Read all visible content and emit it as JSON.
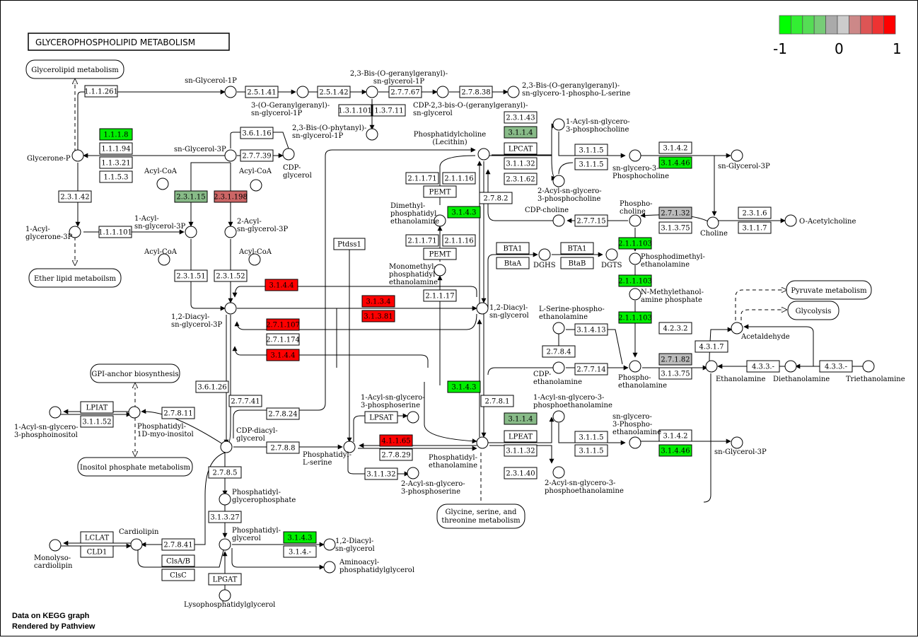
{
  "title": "GLYCEROPHOSPHOLIPID   METABOLISM",
  "footer": {
    "line1": "Data on KEGG graph",
    "line2": "Rendered by Pathview"
  },
  "legend": {
    "colors": [
      "#00ff00",
      "#33ee33",
      "#55dd55",
      "#77cc77",
      "#aaaaaa",
      "#cccccc",
      "#cc8888",
      "#dd5555",
      "#ee3333",
      "#ff0000"
    ],
    "ticks": [
      "-1",
      "0",
      "1"
    ]
  },
  "colors": {
    "up": "#ff0000",
    "down": "#00ee00",
    "mild_down": "#88bb88",
    "mild_up": "#cc6666",
    "neutral": "#bbbbbb"
  },
  "enzymes": [
    {
      "id": "e1",
      "label": "1.1.1.261",
      "fill": "#ffffff"
    },
    {
      "id": "e2",
      "label": "2.5.1.41",
      "fill": "#ffffff"
    },
    {
      "id": "e3",
      "label": "2.5.1.42",
      "fill": "#ffffff"
    },
    {
      "id": "e4",
      "label": "2.7.7.67",
      "fill": "#ffffff"
    },
    {
      "id": "e5",
      "label": "2.7.8.38",
      "fill": "#ffffff"
    },
    {
      "id": "e6",
      "label": "1.3.1.101",
      "fill": "#ffffff"
    },
    {
      "id": "e7",
      "label": "1.3.7.11",
      "fill": "#ffffff"
    },
    {
      "id": "e8",
      "label": "1.1.1.8",
      "fill": "#00ee00"
    },
    {
      "id": "e9",
      "label": "1.1.1.94",
      "fill": "#ffffff"
    },
    {
      "id": "e10",
      "label": "1.1.3.21",
      "fill": "#ffffff"
    },
    {
      "id": "e11",
      "label": "1.1.5.3",
      "fill": "#ffffff"
    },
    {
      "id": "e12",
      "label": "3.6.1.16",
      "fill": "#ffffff"
    },
    {
      "id": "e13",
      "label": "2.7.7.39",
      "fill": "#ffffff"
    },
    {
      "id": "e14",
      "label": "2.3.1.15",
      "fill": "#88bb88"
    },
    {
      "id": "e15",
      "label": "2.3.1.198",
      "fill": "#cc6666"
    },
    {
      "id": "e16",
      "label": "2.3.1.42",
      "fill": "#ffffff"
    },
    {
      "id": "e17",
      "label": "1.1.1.101",
      "fill": "#ffffff"
    },
    {
      "id": "e18",
      "label": "2.3.1.51",
      "fill": "#ffffff"
    },
    {
      "id": "e19",
      "label": "2.3.1.52",
      "fill": "#ffffff"
    },
    {
      "id": "e20",
      "label": "3.1.4.4",
      "fill": "#ff0000"
    },
    {
      "id": "e21",
      "label": "Ptdss1",
      "fill": "#ffffff"
    },
    {
      "id": "e22",
      "label": "3.1.3.4",
      "fill": "#ff0000"
    },
    {
      "id": "e23",
      "label": "3.1.3.81",
      "fill": "#ff0000"
    },
    {
      "id": "e24",
      "label": "2.7.1.107",
      "fill": "#ff0000"
    },
    {
      "id": "e25",
      "label": "2.7.1.174",
      "fill": "#ffffff"
    },
    {
      "id": "e26",
      "label": "3.1.4.4",
      "fill": "#ff0000"
    },
    {
      "id": "e27",
      "label": "2.3.1.43",
      "fill": "#ffffff"
    },
    {
      "id": "e28",
      "label": "3.1.1.4",
      "fill": "#88bb88"
    },
    {
      "id": "e29",
      "label": "LPCAT",
      "fill": "#ffffff"
    },
    {
      "id": "e30",
      "label": "3.1.1.32",
      "fill": "#ffffff"
    },
    {
      "id": "e31",
      "label": "2.3.1.62",
      "fill": "#ffffff"
    },
    {
      "id": "e32",
      "label": "2.1.1.71",
      "fill": "#ffffff"
    },
    {
      "id": "e33",
      "label": "2.1.1.16",
      "fill": "#ffffff"
    },
    {
      "id": "e34",
      "label": "PEMT",
      "fill": "#ffffff"
    },
    {
      "id": "e35",
      "label": "3.1.4.3",
      "fill": "#00ee00"
    },
    {
      "id": "e36",
      "label": "2.7.8.2",
      "fill": "#ffffff"
    },
    {
      "id": "e37",
      "label": "2.1.1.71",
      "fill": "#ffffff"
    },
    {
      "id": "e38",
      "label": "2.1.1.16",
      "fill": "#ffffff"
    },
    {
      "id": "e39",
      "label": "PEMT",
      "fill": "#ffffff"
    },
    {
      "id": "e40",
      "label": "2.1.1.17",
      "fill": "#ffffff"
    },
    {
      "id": "e41",
      "label": "3.1.1.5",
      "fill": "#ffffff"
    },
    {
      "id": "e42",
      "label": "3.1.1.5",
      "fill": "#ffffff"
    },
    {
      "id": "e43",
      "label": "3.1.4.2",
      "fill": "#ffffff"
    },
    {
      "id": "e44",
      "label": "3.1.4.46",
      "fill": "#00ee00"
    },
    {
      "id": "e45",
      "label": "2.7.1.32",
      "fill": "#bbbbbb"
    },
    {
      "id": "e46",
      "label": "3.1.3.75",
      "fill": "#ffffff"
    },
    {
      "id": "e47",
      "label": "2.3.1.6",
      "fill": "#ffffff"
    },
    {
      "id": "e48",
      "label": "3.1.1.7",
      "fill": "#ffffff"
    },
    {
      "id": "e49",
      "label": "2.7.7.15",
      "fill": "#ffffff"
    },
    {
      "id": "e50",
      "label": "2.1.1.103",
      "fill": "#00ee00"
    },
    {
      "id": "e51",
      "label": "2.1.1.103",
      "fill": "#00ee00"
    },
    {
      "id": "e52",
      "label": "2.1.1.103",
      "fill": "#00ee00"
    },
    {
      "id": "e53",
      "label": "BTA1",
      "fill": "#ffffff"
    },
    {
      "id": "e54",
      "label": "BtaA",
      "fill": "#ffffff"
    },
    {
      "id": "e55",
      "label": "BTA1",
      "fill": "#ffffff"
    },
    {
      "id": "e56",
      "label": "BtaB",
      "fill": "#ffffff"
    },
    {
      "id": "e57",
      "label": "3.1.4.13",
      "fill": "#ffffff"
    },
    {
      "id": "e58",
      "label": "2.7.8.4",
      "fill": "#ffffff"
    },
    {
      "id": "e59",
      "label": "2.7.7.14",
      "fill": "#ffffff"
    },
    {
      "id": "e60",
      "label": "4.2.3.2",
      "fill": "#ffffff"
    },
    {
      "id": "e61",
      "label": "4.3.1.7",
      "fill": "#ffffff"
    },
    {
      "id": "e62",
      "label": "2.7.1.82",
      "fill": "#bbbbbb"
    },
    {
      "id": "e63",
      "label": "3.1.3.75",
      "fill": "#ffffff"
    },
    {
      "id": "e64",
      "label": "4.3.3.-",
      "fill": "#ffffff"
    },
    {
      "id": "e65",
      "label": "4.3.3.-",
      "fill": "#ffffff"
    },
    {
      "id": "e66",
      "label": "3.1.4.3",
      "fill": "#00ee00"
    },
    {
      "id": "e67",
      "label": "2.7.8.1",
      "fill": "#ffffff"
    },
    {
      "id": "e68",
      "label": "3.1.1.4",
      "fill": "#88bb88"
    },
    {
      "id": "e69",
      "label": "LPEAT",
      "fill": "#ffffff"
    },
    {
      "id": "e70",
      "label": "3.1.1.32",
      "fill": "#ffffff"
    },
    {
      "id": "e71",
      "label": "2.3.1.40",
      "fill": "#ffffff"
    },
    {
      "id": "e72",
      "label": "3.1.1.5",
      "fill": "#ffffff"
    },
    {
      "id": "e73",
      "label": "3.1.1.5",
      "fill": "#ffffff"
    },
    {
      "id": "e74",
      "label": "3.1.4.2",
      "fill": "#ffffff"
    },
    {
      "id": "e75",
      "label": "3.1.4.46",
      "fill": "#00ee00"
    },
    {
      "id": "e76",
      "label": "LPSAT",
      "fill": "#ffffff"
    },
    {
      "id": "e77",
      "label": "4.1.1.65",
      "fill": "#ff0000"
    },
    {
      "id": "e78",
      "label": "2.7.8.29",
      "fill": "#ffffff"
    },
    {
      "id": "e79",
      "label": "3.1.1.32",
      "fill": "#ffffff"
    },
    {
      "id": "e80",
      "label": "2.7.8.24",
      "fill": "#ffffff"
    },
    {
      "id": "e81",
      "label": "3.6.1.26",
      "fill": "#ffffff"
    },
    {
      "id": "e82",
      "label": "2.7.7.41",
      "fill": "#ffffff"
    },
    {
      "id": "e83",
      "label": "2.7.8.8",
      "fill": "#ffffff"
    },
    {
      "id": "e84",
      "label": "LPIAT",
      "fill": "#ffffff"
    },
    {
      "id": "e85",
      "label": "3.1.1.52",
      "fill": "#ffffff"
    },
    {
      "id": "e86",
      "label": "2.7.8.11",
      "fill": "#ffffff"
    },
    {
      "id": "e87",
      "label": "2.7.8.5",
      "fill": "#ffffff"
    },
    {
      "id": "e88",
      "label": "3.1.3.27",
      "fill": "#ffffff"
    },
    {
      "id": "e89",
      "label": "LCLAT",
      "fill": "#ffffff"
    },
    {
      "id": "e90",
      "label": "CLD1",
      "fill": "#ffffff"
    },
    {
      "id": "e91",
      "label": "2.7.8.41",
      "fill": "#ffffff"
    },
    {
      "id": "e92",
      "label": "ClsA/B",
      "fill": "#ffffff"
    },
    {
      "id": "e93",
      "label": "ClsC",
      "fill": "#ffffff"
    },
    {
      "id": "e94",
      "label": "3.1.4.3",
      "fill": "#00ee00"
    },
    {
      "id": "e95",
      "label": "3.1.4.-",
      "fill": "#ffffff"
    },
    {
      "id": "e96",
      "label": "LPGAT",
      "fill": "#ffffff"
    }
  ],
  "maps": [
    {
      "id": "m1",
      "label": "Glycerolipid metabolism"
    },
    {
      "id": "m2",
      "label": "Ether lipid metaboilsm"
    },
    {
      "id": "m3",
      "label": "GPI-anchor biosynthesis"
    },
    {
      "id": "m4",
      "label": "Inositol phosphate metabolism"
    },
    {
      "id": "m5",
      "label": "Pyruvate metabolism"
    },
    {
      "id": "m6",
      "label": "Glycolysis"
    },
    {
      "id": "m7",
      "label": "Glycine, serine, and"
    },
    {
      "id": "m7b",
      "label": "threonine metabolism"
    }
  ],
  "compounds": [
    {
      "id": "c1",
      "lines": [
        "sn-Glycerol-1P"
      ]
    },
    {
      "id": "c2",
      "lines": [
        "3-(O-Geranylgeranyl)-",
        "sn-glycerol-1P"
      ]
    },
    {
      "id": "c3",
      "lines": [
        "2,3-Bis-(O-geranylgeranyl)-",
        "sn-glycerol-1P"
      ]
    },
    {
      "id": "c4",
      "lines": [
        "CDP-2,3-bis-O-(geranylgeranyl)-",
        "sn-glycerol"
      ]
    },
    {
      "id": "c5",
      "lines": [
        "2,3-Bis-(O-geranylgeranyl)-",
        "sn-glycero-1-phospho-L-serine"
      ]
    },
    {
      "id": "c6",
      "lines": [
        "2,3-Bis-(O-phytanyl)-",
        "sn-glycerol-1P"
      ]
    },
    {
      "id": "c7",
      "lines": [
        "Glycerone-P"
      ]
    },
    {
      "id": "c8",
      "lines": [
        "sn-Glycerol-3P"
      ]
    },
    {
      "id": "c9",
      "lines": [
        "CDP-",
        "glycerol"
      ]
    },
    {
      "id": "c10a",
      "lines": [
        "Acyl-CoA"
      ]
    },
    {
      "id": "c10b",
      "lines": [
        "Acyl-CoA"
      ]
    },
    {
      "id": "c11",
      "lines": [
        "1-Acyl-",
        "glycerone-3P"
      ]
    },
    {
      "id": "c12",
      "lines": [
        "1-Acyl-",
        "sn-glycerol-3P"
      ]
    },
    {
      "id": "c13",
      "lines": [
        "2-Acyl-",
        "sn-glycerol-3P"
      ]
    },
    {
      "id": "c14a",
      "lines": [
        "Acyl-CoA"
      ]
    },
    {
      "id": "c14b",
      "lines": [
        "Acyl-CoA"
      ]
    },
    {
      "id": "c15",
      "lines": [
        "1,2-Diacyl-",
        "sn-glycerol-3P"
      ]
    },
    {
      "id": "c16",
      "lines": [
        "Phosphatidylcholine",
        "(Lecithin)"
      ]
    },
    {
      "id": "c17",
      "lines": [
        "1-Acyl-sn-glycero-",
        "3-phosphocholine"
      ]
    },
    {
      "id": "c18",
      "lines": [
        "2-Acyl-sn-glycero-",
        "3-phosphocholine"
      ]
    },
    {
      "id": "c19",
      "lines": [
        "sn-glycero-3-",
        "Phosphocholine"
      ]
    },
    {
      "id": "c20",
      "lines": [
        "sn-Glycerol-3P"
      ]
    },
    {
      "id": "c21",
      "lines": [
        "Dimethyl-",
        "phosphatidyl",
        "ethanolamine"
      ]
    },
    {
      "id": "c22",
      "lines": [
        "Monomethyl-",
        "phosphatidyl",
        "ethanolamine"
      ]
    },
    {
      "id": "c23",
      "lines": [
        "CDP-choline"
      ]
    },
    {
      "id": "c24",
      "lines": [
        "Phospho-",
        "choline"
      ]
    },
    {
      "id": "c25",
      "lines": [
        "Choline"
      ]
    },
    {
      "id": "c26",
      "lines": [
        "O-Acetylcholine"
      ]
    },
    {
      "id": "c27",
      "lines": [
        "Phosphodimethyl-",
        "ethanolamine"
      ]
    },
    {
      "id": "c28",
      "lines": [
        "N-Methylethanol-",
        "amine phosphate"
      ]
    },
    {
      "id": "c29",
      "lines": [
        "DGHS"
      ]
    },
    {
      "id": "c30",
      "lines": [
        "DGTS"
      ]
    },
    {
      "id": "c31",
      "lines": [
        "1,2-Diacyl-",
        "sn-glycerol"
      ]
    },
    {
      "id": "c32",
      "lines": [
        "L-Serine-phospho-",
        "ethanolamine"
      ]
    },
    {
      "id": "c33",
      "lines": [
        "Acetaldehyde"
      ]
    },
    {
      "id": "c34",
      "lines": [
        "CDP-",
        "ethanolamine"
      ]
    },
    {
      "id": "c35",
      "lines": [
        "Phospho-",
        "ethanolamine"
      ]
    },
    {
      "id": "c36",
      "lines": [
        "Ethanolamine"
      ]
    },
    {
      "id": "c37",
      "lines": [
        "Diethanolamine"
      ]
    },
    {
      "id": "c38",
      "lines": [
        "Triethanolamine"
      ]
    },
    {
      "id": "c39",
      "lines": [
        "1-Acyl-sn-glycero-3-",
        "phosphoethanolamine"
      ]
    },
    {
      "id": "c40",
      "lines": [
        "sn-glycero-",
        "3-Phospho-",
        "ethanolamine"
      ]
    },
    {
      "id": "c41",
      "lines": [
        "sn-Glycerol-3P"
      ]
    },
    {
      "id": "c42",
      "lines": [
        "2-Acyl-sn-glycero-3-",
        "phosphoethanolamine"
      ]
    },
    {
      "id": "c43",
      "lines": [
        "Phosphatidyl-",
        "ethanolamine"
      ]
    },
    {
      "id": "c44",
      "lines": [
        "1-Acyl-sn-glycero-",
        "3-phosphoserine"
      ]
    },
    {
      "id": "c45",
      "lines": [
        "Phosphatidyl-",
        "L-serine"
      ]
    },
    {
      "id": "c46",
      "lines": [
        "2-Acyl-sn-glycero-",
        "3-phosphoserine"
      ]
    },
    {
      "id": "c47",
      "lines": [
        "CDP-diacyl-",
        "glycerol"
      ]
    },
    {
      "id": "c48",
      "lines": [
        "1-Acyl-sn-glycero-",
        "3-phosphoinositol"
      ]
    },
    {
      "id": "c49",
      "lines": [
        "Phosphatidyl-",
        "1D-myo-inositol"
      ]
    },
    {
      "id": "c50",
      "lines": [
        "Phosphatidyl-",
        "glycerophosphate"
      ]
    },
    {
      "id": "c51",
      "lines": [
        "Cardiolipin"
      ]
    },
    {
      "id": "c52",
      "lines": [
        "Monolyso-",
        "cardiolipin"
      ]
    },
    {
      "id": "c53",
      "lines": [
        "Phosphatidyl-",
        "glycerol"
      ]
    },
    {
      "id": "c54",
      "lines": [
        "1,2-Diacyl-",
        "sn-glycerol"
      ]
    },
    {
      "id": "c55",
      "lines": [
        "Aminoacyl-",
        "phosphatidylglycerol"
      ]
    },
    {
      "id": "c56",
      "lines": [
        "Lysophosphatidylglycerol"
      ]
    }
  ]
}
